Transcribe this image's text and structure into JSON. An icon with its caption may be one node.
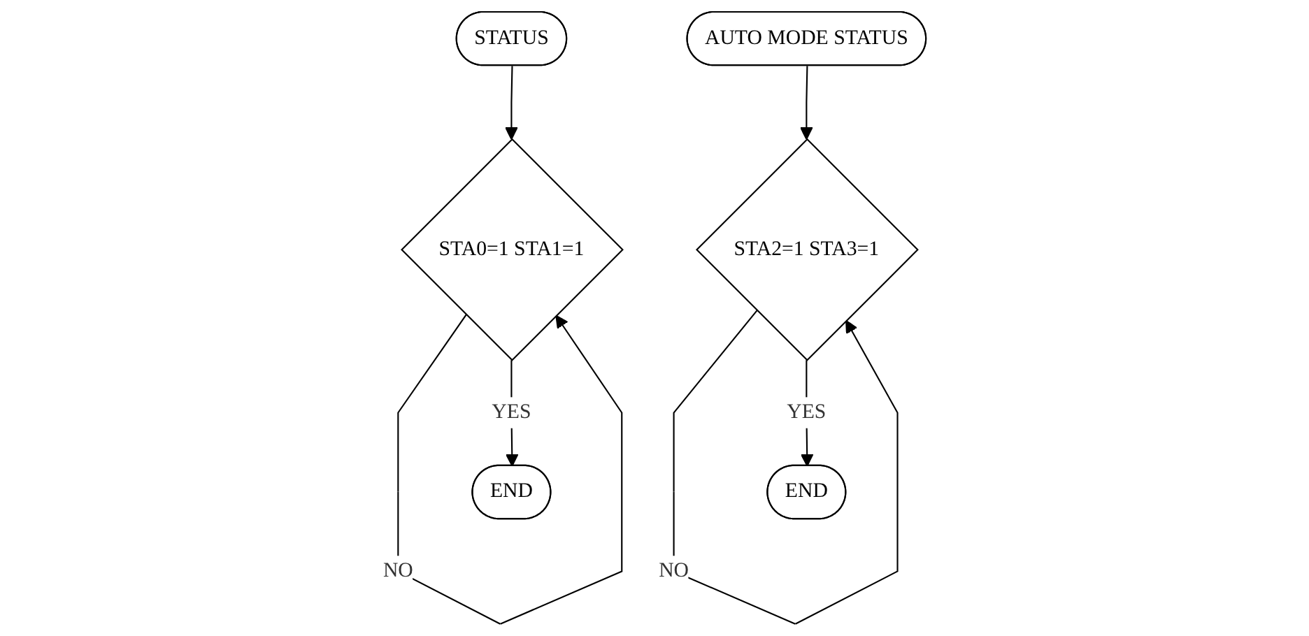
{
  "diagram": {
    "nodes": [
      {
        "text": [
          "STATUS"
        ]
      },
      {
        "text": [
          "STA0=1 STA1=1"
        ]
      },
      {
        "text": [
          "END"
        ]
      },
      {
        "text": [
          "AUTO MODE STATUS"
        ]
      },
      {
        "text": [
          "STA2=1 STA3=1"
        ]
      },
      {
        "text": [
          "END"
        ]
      }
    ],
    "edges": [
      {
        "from": 0,
        "to": 1,
        "arrow": "to"
      },
      {
        "from": 1,
        "to": 1,
        "arrow": "to",
        "label": "NO"
      },
      {
        "from": 1,
        "to": 2,
        "arrow": "to",
        "label": "YES"
      },
      {
        "from": 3,
        "to": 4,
        "arrow": "to"
      },
      {
        "from": 4,
        "to": 4,
        "arrow": "to",
        "label": "NO"
      },
      {
        "from": 4,
        "to": 5,
        "arrow": "to",
        "label": "YES"
      }
    ]
  }
}
